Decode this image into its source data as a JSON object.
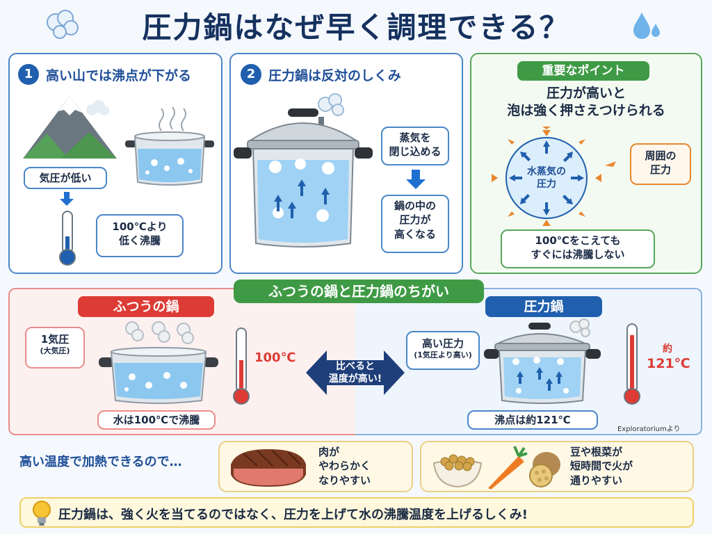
{
  "title": "圧力鍋はなぜ早く調理できる？",
  "panel1": {
    "num": "1",
    "title": "高い山では沸点が下がる",
    "low_pressure": "気圧が低い",
    "boil_l1": "100℃より",
    "boil_l2": "低く沸騰"
  },
  "panel2": {
    "num": "2",
    "title": "圧力鍋は反対のしくみ",
    "step1_l1": "蒸気を",
    "step1_l2": "閉じ込める",
    "step2_l1": "鍋の中の",
    "step2_l2": "圧力が",
    "step2_l3": "高くなる"
  },
  "panel3": {
    "badge": "重要なポイント",
    "headline_l1": "圧力が高いと",
    "headline_l2": "泡は強く押さえつけられる",
    "vapor_l1": "水蒸気の",
    "vapor_l2": "圧力",
    "surround_l1": "周囲の",
    "surround_l2": "圧力",
    "note_l1": "100℃をこえても",
    "note_l2": "すぐには沸騰しない"
  },
  "compare": {
    "banner": "ふつうの鍋と圧力鍋のちがい",
    "normal": {
      "label": "ふつうの鍋",
      "pressure_l1": "1気圧",
      "pressure_l2": "(大気圧)",
      "temp": "100℃",
      "caption": "水は100℃で沸騰"
    },
    "center_l1": "比べると",
    "center_l2": "温度が高い!",
    "pressure_cooker": {
      "label": "圧力鍋",
      "pressure_l1": "高い圧力",
      "pressure_l2": "(1気圧より高い)",
      "temp_l1": "約",
      "temp_l2": "121℃",
      "caption": "沸点は約121℃"
    },
    "source": "Exploratoriumより"
  },
  "benefits": {
    "lead": "高い温度で加熱できるので…",
    "meat_l1": "肉が",
    "meat_l2": "やわらかく",
    "meat_l3": "なりやすい",
    "veg_l1": "豆や根菜が",
    "veg_l2": "短時間で火が",
    "veg_l3": "通りやすい"
  },
  "summary": "圧力鍋は、強く火を当てるのではなく、圧力を上げて水の沸騰温度を上げるしくみ!",
  "colors": {
    "navy": "#15315f",
    "blue": "#1f5fad",
    "green": "#3f9a45",
    "red": "#dd3b35",
    "orange": "#e8862e"
  }
}
